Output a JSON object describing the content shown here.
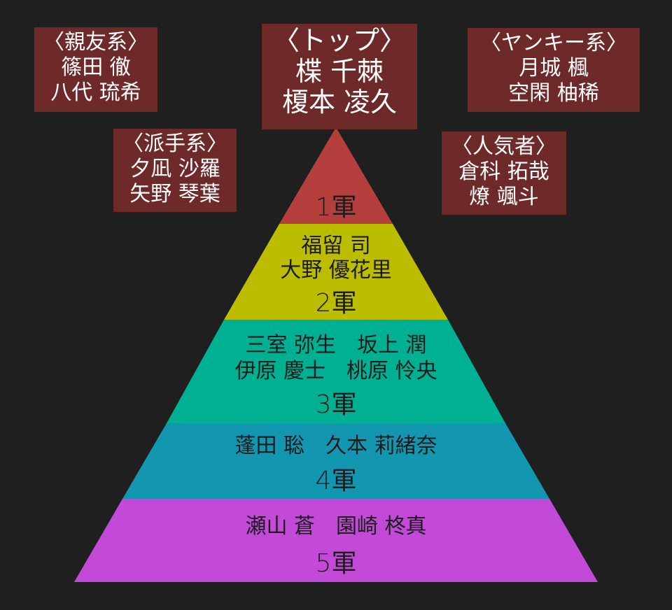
{
  "colors": {
    "background": "#1f1f1f",
    "box": "#6e2a29",
    "tier1": "#b43f3d",
    "tier2": "#bdbd00",
    "tier3": "#00b093",
    "tier4": "#1396b0",
    "tier5": "#c34ad9"
  },
  "tiers": [
    {
      "label": "1軍",
      "names": []
    },
    {
      "label": "2軍",
      "names": [
        "福留 司",
        "大野 優花里"
      ]
    },
    {
      "label": "3軍",
      "names": [
        "三室 弥生　坂上 潤",
        "伊原 慶士　桃原 怜央"
      ]
    },
    {
      "label": "4軍",
      "names": [
        "蓬田 聡　久本 莉緒奈"
      ]
    },
    {
      "label": "5軍",
      "names": [
        "瀬山 蒼　園崎 柊真"
      ]
    }
  ],
  "groups": {
    "top": {
      "title": "〈トップ〉",
      "members": [
        "楪 千棘",
        "榎本 凌久"
      ]
    },
    "friends": {
      "title": "〈親友系〉",
      "members": [
        "篠田 徹",
        "八代 琉希"
      ]
    },
    "flashy": {
      "title": "〈派手系〉",
      "members": [
        "夕凪 沙羅",
        "矢野 琴葉"
      ]
    },
    "yankee": {
      "title": "〈ヤンキー系〉",
      "members": [
        "月城 楓",
        "空閑 柚稀"
      ]
    },
    "popular": {
      "title": "〈人気者〉",
      "members": [
        "倉科 拓哉",
        "燎 颯斗"
      ]
    }
  }
}
